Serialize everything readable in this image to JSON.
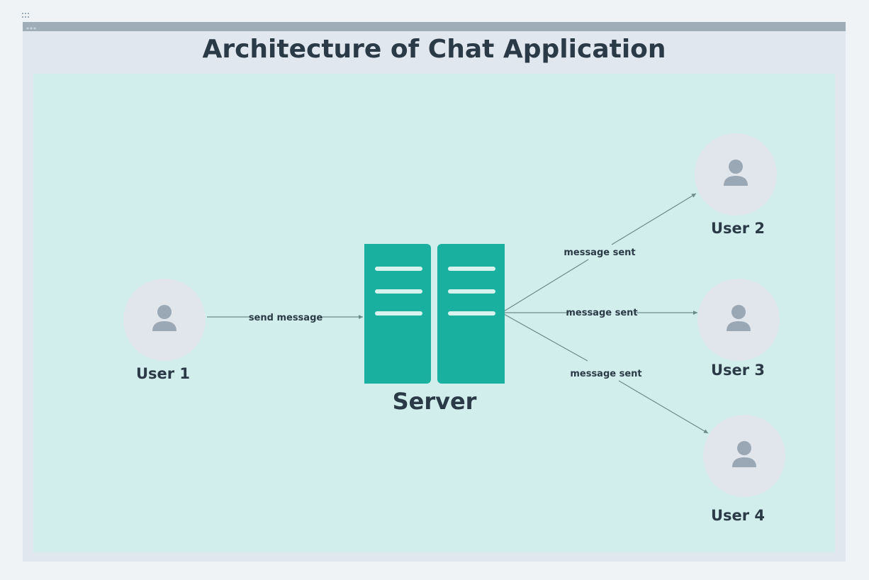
{
  "title": "Architecture of Chat Application",
  "colors": {
    "page_bg": "#f0f3f6",
    "frame_bg": "#e1e7ee",
    "frame_header": "#9fadb9",
    "canvas_bg": "#d1eeec",
    "server": "#1ab0a0",
    "server_lines": "#d8f2ee",
    "user_circle": "#e1e6ec",
    "user_icon": "#9aa8b6",
    "edge": "#6b8a8a",
    "text": "#2b3a47"
  },
  "nodes": {
    "server": {
      "label": "Server",
      "icon": "server-icon"
    },
    "user1": {
      "label": "User 1",
      "icon": "person-icon"
    },
    "user2": {
      "label": "User 2",
      "icon": "person-icon"
    },
    "user3": {
      "label": "User 3",
      "icon": "person-icon"
    },
    "user4": {
      "label": "User 4",
      "icon": "person-icon"
    }
  },
  "edges": [
    {
      "from": "User 1",
      "to": "Server",
      "label": "send message"
    },
    {
      "from": "Server",
      "to": "User 2",
      "label": "message sent"
    },
    {
      "from": "Server",
      "to": "User 3",
      "label": "message sent"
    },
    {
      "from": "Server",
      "to": "User 4",
      "label": "message sent"
    }
  ]
}
